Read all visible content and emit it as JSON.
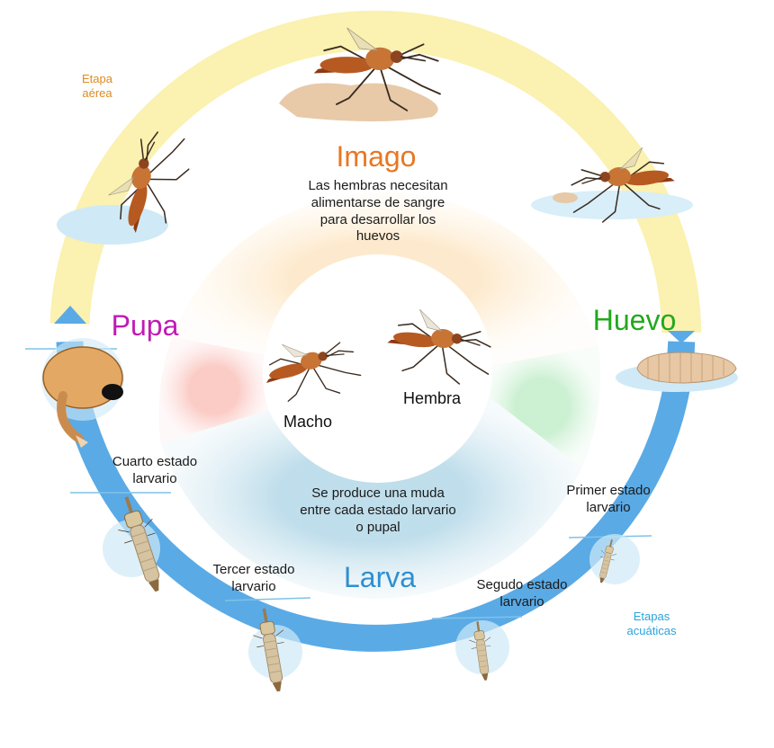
{
  "diagram": {
    "aerial_stage_label": "Etapa\naérea",
    "aquatic_stage_label": "Etapas\nacuáticas",
    "stages": {
      "imago": {
        "title": "Imago",
        "description": "Las hembras necesitan\nalimentarse de sangre\npara desarrollar los\nhuevos"
      },
      "huevo": {
        "title": "Huevo"
      },
      "pupa": {
        "title": "Pupa"
      },
      "larva": {
        "title": "Larva",
        "description": "Se produce una muda\nentre cada estado larvario\no pupal"
      }
    },
    "adults": {
      "male": "Macho",
      "female": "Hembra"
    },
    "larval_instars": {
      "first": "Primer estado\nlarvario",
      "second": "Segudo estado\nlarvario",
      "third": "Tercer estado\nlarvario",
      "fourth": "Cuarto estado\nlarvario"
    }
  },
  "colors": {
    "aerial_ring": "#fbf1b0",
    "aquatic_ring": "#5aaae6",
    "imago_title": "#e87722",
    "huevo_title": "#23a81c",
    "pupa_title": "#c01bb5",
    "larva_title": "#2f8fd0",
    "aerial_note": "#e08a22",
    "aquatic_note": "#2aa3dc",
    "mosquito_body": "#a9501d"
  }
}
